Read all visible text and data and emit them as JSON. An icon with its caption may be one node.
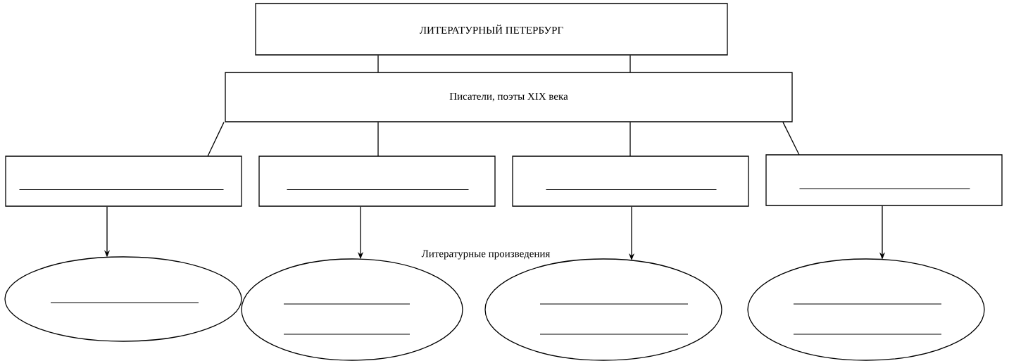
{
  "diagram": {
    "nodes": [
      {
        "text": [
          "ЛИТЕРАТУРНЫЙ ПЕТЕРБУРГ"
        ]
      },
      {
        "text": [
          "Писатели, поэты XIX века"
        ]
      },
      {
        "text": [],
        "shape": "box"
      },
      {
        "text": [],
        "shape": "box"
      },
      {
        "text": [],
        "shape": "box"
      },
      {
        "text": [],
        "shape": "box"
      },
      {
        "text": [],
        "shape": "ellipse"
      },
      {
        "text": [],
        "shape": "ellipse"
      },
      {
        "text": [],
        "shape": "ellipse"
      },
      {
        "text": [],
        "shape": "ellipse"
      }
    ],
    "edges": [
      {
        "from": 0,
        "to": 1,
        "arrow": "none"
      },
      {
        "from": 0,
        "to": 1,
        "arrow": "none"
      },
      {
        "from": 1,
        "to": 2,
        "arrow": "none"
      },
      {
        "from": 1,
        "to": 3,
        "arrow": "none"
      },
      {
        "from": 1,
        "to": 4,
        "arrow": "none"
      },
      {
        "from": 1,
        "to": 5,
        "arrow": "none"
      },
      {
        "from": 2,
        "to": 6,
        "arrow": "to"
      },
      {
        "from": 3,
        "to": 7,
        "arrow": "to"
      },
      {
        "from": 4,
        "to": 8,
        "arrow": "to"
      },
      {
        "from": 5,
        "to": 9,
        "arrow": "to"
      }
    ],
    "labels": [
      "Литературные произведения"
    ]
  }
}
